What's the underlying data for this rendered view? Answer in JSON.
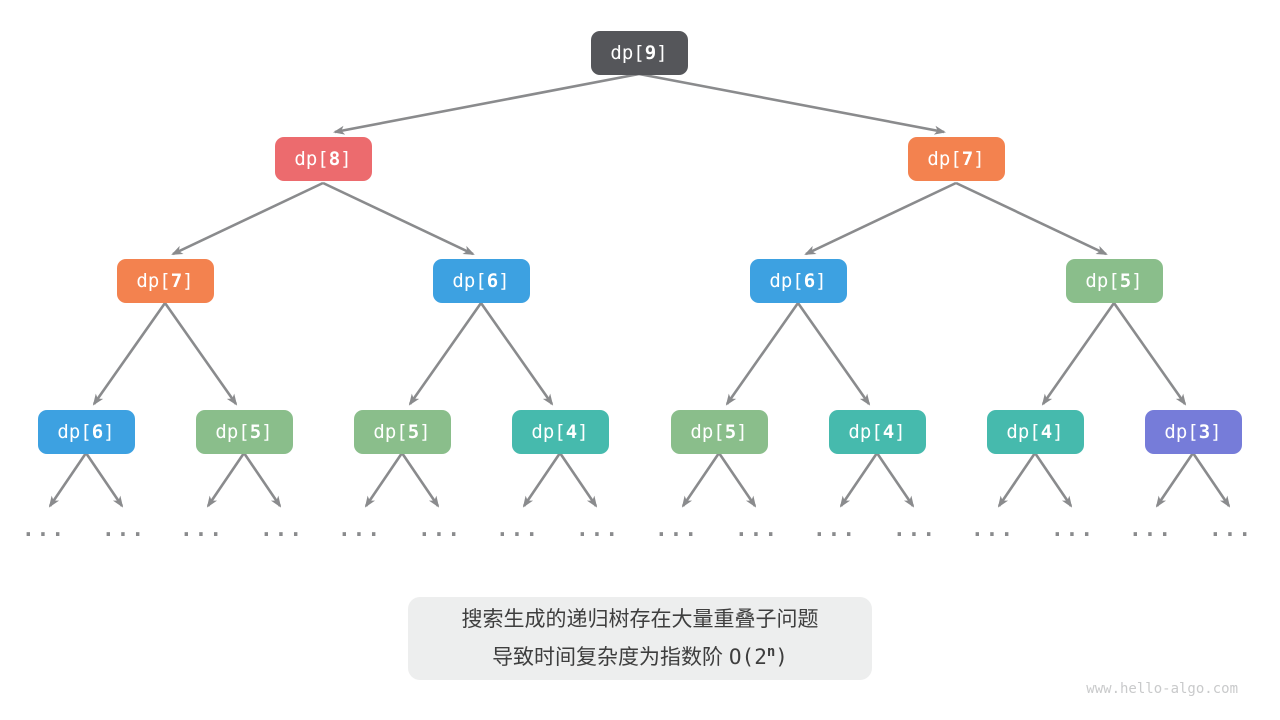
{
  "tree": {
    "nodes": [
      {
        "id": "dp9-root",
        "prefix": "dp[",
        "index": "9",
        "suffix": "]",
        "color": "#55565A"
      },
      {
        "id": "dp8-l2",
        "prefix": "dp[",
        "index": "8",
        "suffix": "]",
        "color": "#EC6B6E"
      },
      {
        "id": "dp7-l2",
        "prefix": "dp[",
        "index": "7",
        "suffix": "]",
        "color": "#F3824F"
      },
      {
        "id": "dp7-l3",
        "prefix": "dp[",
        "index": "7",
        "suffix": "]",
        "color": "#F3824F"
      },
      {
        "id": "dp6-l3-left",
        "prefix": "dp[",
        "index": "6",
        "suffix": "]",
        "color": "#3DA1E1"
      },
      {
        "id": "dp6-l3-right",
        "prefix": "dp[",
        "index": "6",
        "suffix": "]",
        "color": "#3DA1E1"
      },
      {
        "id": "dp5-l3",
        "prefix": "dp[",
        "index": "5",
        "suffix": "]",
        "color": "#8ABE8B"
      },
      {
        "id": "dp6-l4",
        "prefix": "dp[",
        "index": "6",
        "suffix": "]",
        "color": "#3DA1E1"
      },
      {
        "id": "dp5-l4-a",
        "prefix": "dp[",
        "index": "5",
        "suffix": "]",
        "color": "#8ABE8B"
      },
      {
        "id": "dp5-l4-b",
        "prefix": "dp[",
        "index": "5",
        "suffix": "]",
        "color": "#8ABE8B"
      },
      {
        "id": "dp4-l4-a",
        "prefix": "dp[",
        "index": "4",
        "suffix": "]",
        "color": "#46BAAD"
      },
      {
        "id": "dp5-l4-c",
        "prefix": "dp[",
        "index": "5",
        "suffix": "]",
        "color": "#8ABE8B"
      },
      {
        "id": "dp4-l4-b",
        "prefix": "dp[",
        "index": "4",
        "suffix": "]",
        "color": "#46BAAD"
      },
      {
        "id": "dp4-l4-c",
        "prefix": "dp[",
        "index": "4",
        "suffix": "]",
        "color": "#46BAAD"
      },
      {
        "id": "dp3-l4",
        "prefix": "dp[",
        "index": "3",
        "suffix": "]",
        "color": "#767CD9"
      }
    ],
    "ellipsis": "..."
  },
  "caption": {
    "line1": "搜索生成的递归树存在大量重叠子问题",
    "line2_text": "导致时间复杂度为指数阶 ",
    "complexity_prefix": "O(2",
    "complexity_sup": "n",
    "complexity_suffix": ")"
  },
  "watermark": "www.hello-algo.com",
  "colors": {
    "arrow": "#8A8B8D",
    "caption_bg": "#EDEEEE",
    "caption_text": "#3E3E3E",
    "node_text": "#FFFFFF",
    "watermark_text": "#C9CACB"
  }
}
